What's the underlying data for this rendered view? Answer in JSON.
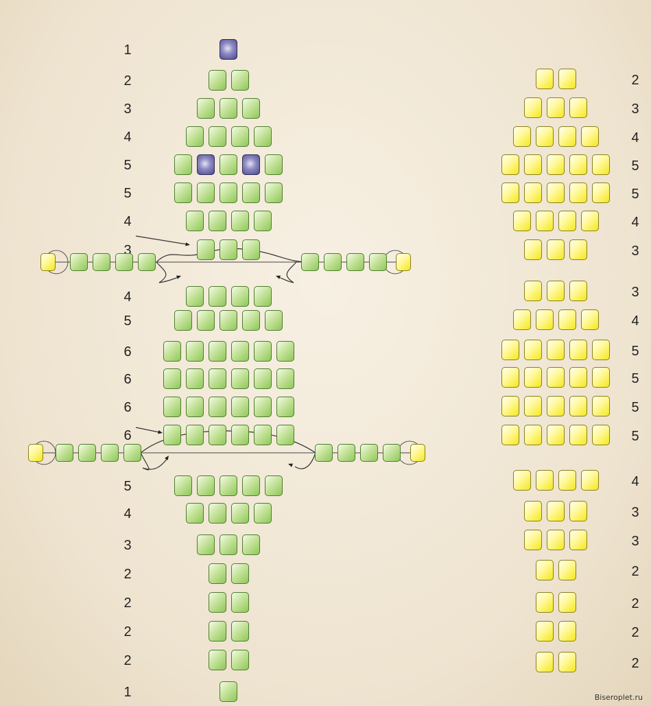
{
  "colors": {
    "green": "#9bd06a",
    "purple": "#5b58a0",
    "yellow": "#f7ef2a",
    "background": "#f1e8d8"
  },
  "left_pattern": {
    "rows": [
      {
        "label": "1",
        "beads": [
          "purple"
        ]
      },
      {
        "label": "2",
        "beads": [
          "green",
          "green"
        ]
      },
      {
        "label": "3",
        "beads": [
          "green",
          "green",
          "green"
        ]
      },
      {
        "label": "4",
        "beads": [
          "green",
          "green",
          "green",
          "green"
        ]
      },
      {
        "label": "5",
        "beads": [
          "green",
          "purple",
          "green",
          "purple",
          "green"
        ]
      },
      {
        "label": "5",
        "beads": [
          "green",
          "green",
          "green",
          "green",
          "green"
        ]
      },
      {
        "label": "4",
        "beads": [
          "green",
          "green",
          "green",
          "green"
        ]
      },
      {
        "label": "3",
        "beads": [
          "green",
          "green",
          "green"
        ],
        "arrow": true
      },
      {
        "label": "4",
        "beads": [
          "green",
          "green",
          "green",
          "green"
        ]
      },
      {
        "label": "5",
        "beads": [
          "green",
          "green",
          "green",
          "green",
          "green"
        ]
      },
      {
        "label": "6",
        "beads": [
          "green",
          "green",
          "green",
          "green",
          "green",
          "green"
        ]
      },
      {
        "label": "6",
        "beads": [
          "green",
          "green",
          "green",
          "green",
          "green",
          "green"
        ]
      },
      {
        "label": "6",
        "beads": [
          "green",
          "green",
          "green",
          "green",
          "green",
          "green"
        ]
      },
      {
        "label": "6",
        "beads": [
          "green",
          "green",
          "green",
          "green",
          "green",
          "green"
        ],
        "arrow": true
      },
      {
        "label": "5",
        "beads": [
          "green",
          "green",
          "green",
          "green",
          "green"
        ]
      },
      {
        "label": "4",
        "beads": [
          "green",
          "green",
          "green",
          "green"
        ]
      },
      {
        "label": "3",
        "beads": [
          "green",
          "green",
          "green"
        ]
      },
      {
        "label": "2",
        "beads": [
          "green",
          "green"
        ]
      },
      {
        "label": "2",
        "beads": [
          "green",
          "green"
        ]
      },
      {
        "label": "2",
        "beads": [
          "green",
          "green"
        ]
      },
      {
        "label": "2",
        "beads": [
          "green",
          "green"
        ]
      },
      {
        "label": "1",
        "beads": [
          "green"
        ]
      }
    ],
    "wings": [
      {
        "row_index": 7,
        "side_beads": [
          "green",
          "green",
          "green",
          "green"
        ],
        "tip_bead": "yellow"
      },
      {
        "row_index": 13,
        "side_beads": [
          "green",
          "green",
          "green",
          "green"
        ],
        "tip_bead": "yellow"
      }
    ]
  },
  "right_pattern": {
    "rows": [
      {
        "label": "2",
        "count": 2
      },
      {
        "label": "3",
        "count": 3
      },
      {
        "label": "4",
        "count": 4
      },
      {
        "label": "5",
        "count": 5
      },
      {
        "label": "5",
        "count": 5
      },
      {
        "label": "4",
        "count": 4
      },
      {
        "label": "3",
        "count": 3
      },
      {
        "label": "3",
        "count": 3
      },
      {
        "label": "4",
        "count": 4
      },
      {
        "label": "5",
        "count": 5
      },
      {
        "label": "5",
        "count": 5
      },
      {
        "label": "5",
        "count": 5
      },
      {
        "label": "5",
        "count": 5
      },
      {
        "label": "4",
        "count": 4
      },
      {
        "label": "3",
        "count": 3
      },
      {
        "label": "3",
        "count": 3
      },
      {
        "label": "2",
        "count": 2
      },
      {
        "label": "2",
        "count": 2
      },
      {
        "label": "2",
        "count": 2
      },
      {
        "label": "2",
        "count": 2
      }
    ]
  },
  "credit": "Biseroplet.ru"
}
